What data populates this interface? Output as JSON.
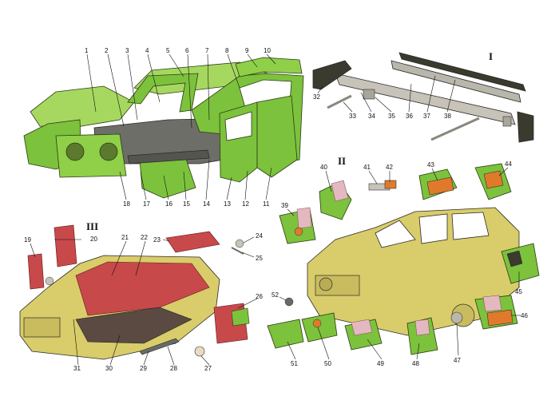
{
  "sections": {
    "I": "I",
    "II": "II",
    "III": "III"
  },
  "labels": {
    "n1": "1",
    "n2": "2",
    "n3": "3",
    "n4": "4",
    "n5": "5",
    "n6": "6",
    "n7": "7",
    "n8": "8",
    "n9": "9",
    "n10": "10",
    "n11": "11",
    "n12": "12",
    "n13": "13",
    "n14": "14",
    "n15": "15",
    "n16": "16",
    "n17": "17",
    "n18": "18",
    "n19": "19",
    "n20": "20",
    "n21": "21",
    "n22": "22",
    "n23": "23",
    "n24": "24",
    "n25": "25",
    "n26": "26",
    "n27": "27",
    "n28": "28",
    "n29": "29",
    "n30": "30",
    "n31": "31",
    "n32": "32",
    "n33": "33",
    "n34": "34",
    "n35": "35",
    "n36": "36",
    "n37": "37",
    "n38": "38",
    "n39": "39",
    "n40": "40",
    "n41": "41",
    "n42": "42",
    "n43": "43",
    "n44": "44",
    "n45": "45",
    "n46": "46",
    "n47": "47",
    "n48": "48",
    "n49": "49",
    "n50": "50",
    "n51": "51",
    "n52": "52"
  },
  "colors": {
    "panel_green": "#7cc23c",
    "panel_green_light": "#a6d860",
    "panel_green_dark": "#4f8a22",
    "body_yellow": "#d9cc6a",
    "interior_red": "#c8494a",
    "bumper_dark": "#3a3a2e",
    "chrome": "#c7c3b8",
    "frame_gray": "#6b6b66",
    "orange_part": "#e07a2a",
    "pink_part": "#e4b8c0"
  }
}
